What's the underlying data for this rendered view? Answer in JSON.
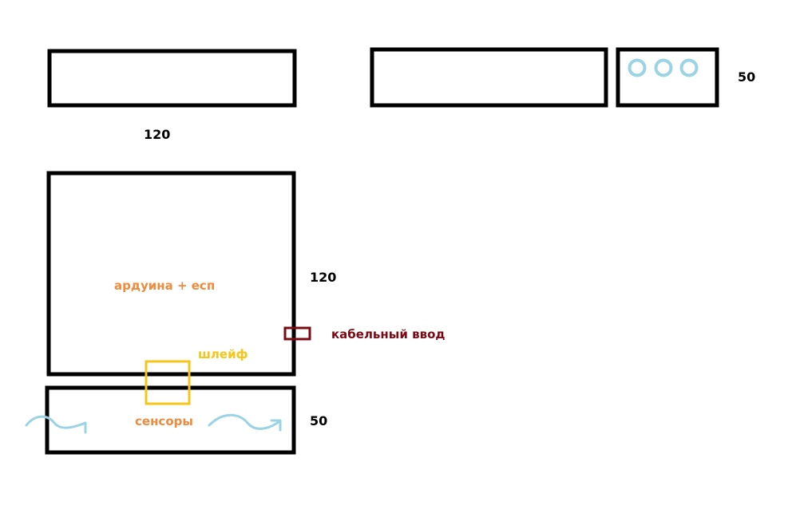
{
  "colors": {
    "outline": "#000000",
    "orange": "#f08a3c",
    "yellow": "#f5c518",
    "dark_red": "#7b0a14",
    "light_blue": "#9ad4e4"
  },
  "labels": {
    "top_width": "120",
    "top_height": "50",
    "main_height": "120",
    "sensor_height": "50",
    "arduino": "ардуина + есп",
    "ribbon": "шлейф",
    "cable_gland": "кабельный ввод",
    "sensors": "сенсоры"
  },
  "icons": {
    "indicator": "circle-icon",
    "airflow": "wavy-arrow-icon"
  }
}
